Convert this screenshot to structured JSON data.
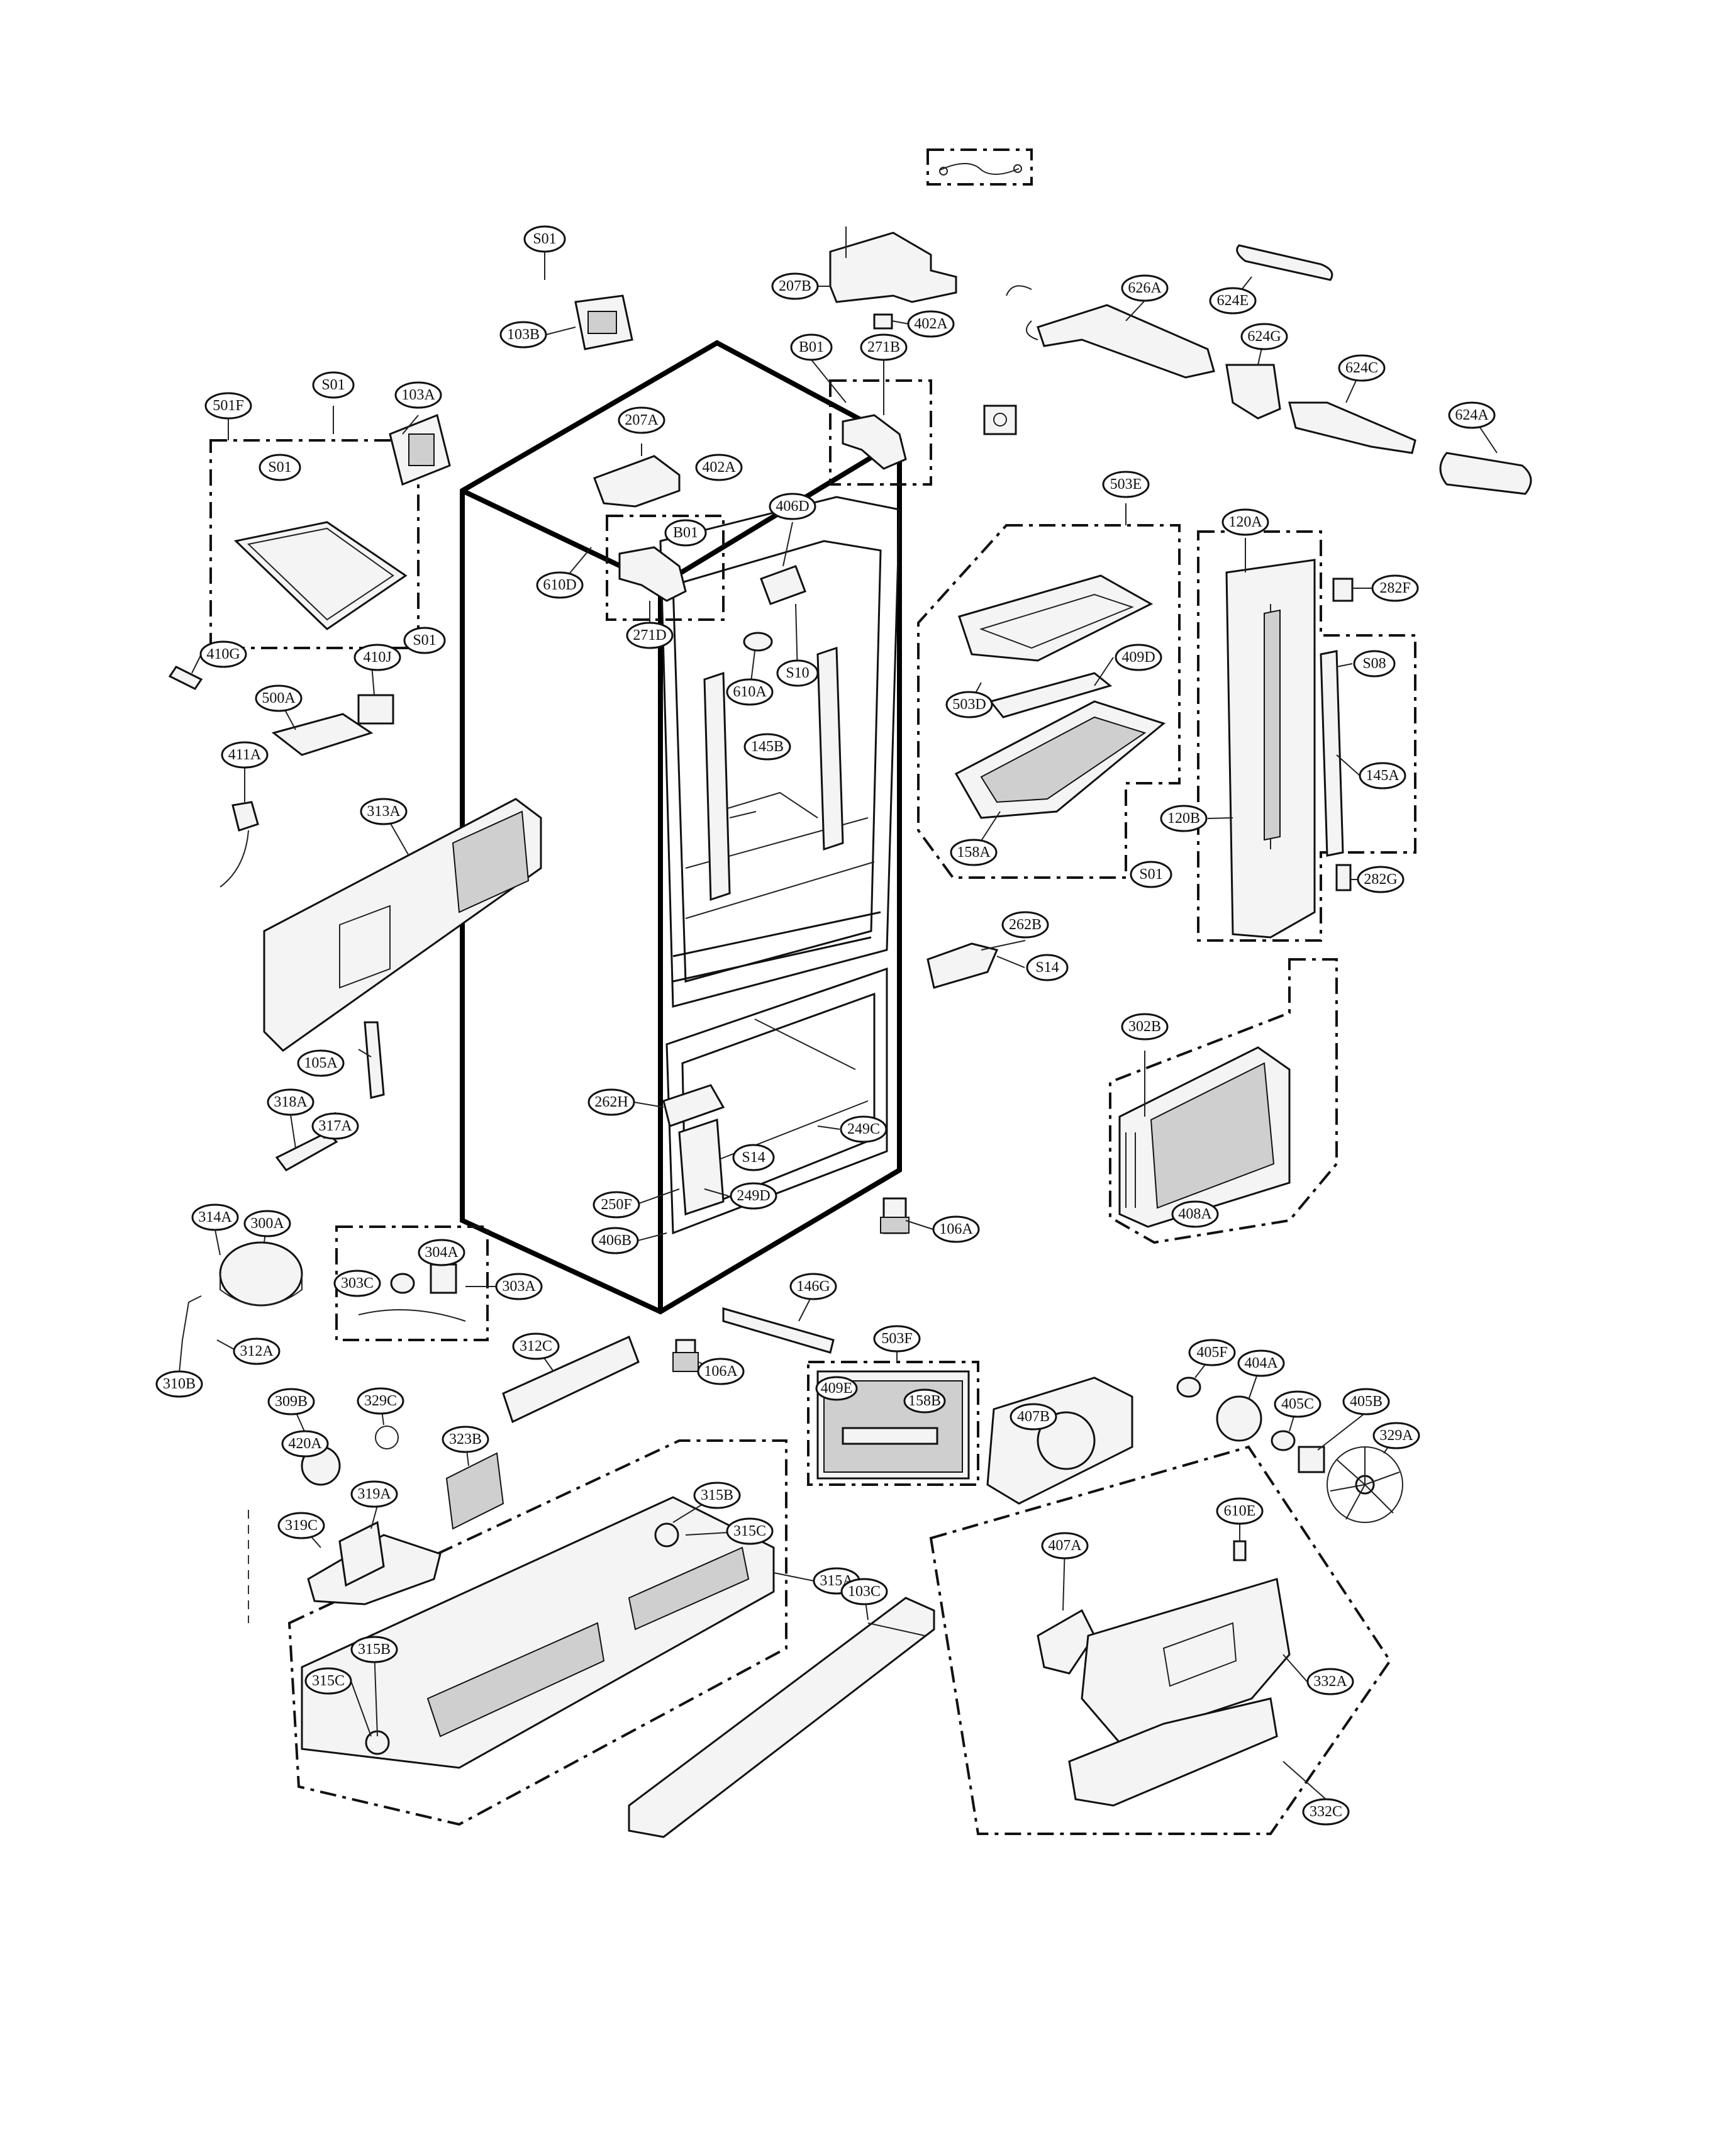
{
  "callouts": [
    {
      "id": "S01",
      "text": "S01"
    },
    {
      "id": "207B",
      "text": "207B"
    },
    {
      "id": "402A",
      "text": "402A"
    },
    {
      "id": "626A",
      "text": "626A"
    },
    {
      "id": "624E",
      "text": "624E"
    },
    {
      "id": "103B",
      "text": "103B"
    },
    {
      "id": "B01",
      "text": "B01"
    },
    {
      "id": "271B",
      "text": "271B"
    },
    {
      "id": "624G",
      "text": "624G"
    },
    {
      "id": "624C",
      "text": "624C"
    },
    {
      "id": "624A",
      "text": "624A"
    },
    {
      "id": "501F",
      "text": "501F"
    },
    {
      "id": "103A",
      "text": "103A"
    },
    {
      "id": "207A",
      "text": "207A"
    },
    {
      "id": "406D",
      "text": "406D"
    },
    {
      "id": "503E",
      "text": "503E"
    },
    {
      "id": "120A",
      "text": "120A"
    },
    {
      "id": "282F",
      "text": "282F"
    },
    {
      "id": "610D",
      "text": "610D"
    },
    {
      "id": "271D",
      "text": "271D"
    },
    {
      "id": "610A",
      "text": "610A"
    },
    {
      "id": "S10",
      "text": "S10"
    },
    {
      "id": "503D",
      "text": "503D"
    },
    {
      "id": "409D",
      "text": "409D"
    },
    {
      "id": "S08",
      "text": "S08"
    },
    {
      "id": "410G",
      "text": "410G"
    },
    {
      "id": "410J",
      "text": "410J"
    },
    {
      "id": "500A",
      "text": "500A"
    },
    {
      "id": "145B",
      "text": "145B"
    },
    {
      "id": "145A",
      "text": "145A"
    },
    {
      "id": "120B",
      "text": "120B"
    },
    {
      "id": "158A",
      "text": "158A"
    },
    {
      "id": "282G",
      "text": "282G"
    },
    {
      "id": "411A",
      "text": "411A"
    },
    {
      "id": "313A",
      "text": "313A"
    },
    {
      "id": "262B",
      "text": "262B"
    },
    {
      "id": "S14",
      "text": "S14"
    },
    {
      "id": "302B",
      "text": "302B"
    },
    {
      "id": "105A",
      "text": "105A"
    },
    {
      "id": "318A",
      "text": "318A"
    },
    {
      "id": "317A",
      "text": "317A"
    },
    {
      "id": "262H",
      "text": "262H"
    },
    {
      "id": "249C",
      "text": "249C"
    },
    {
      "id": "408A",
      "text": "408A"
    },
    {
      "id": "250F",
      "text": "250F"
    },
    {
      "id": "249D",
      "text": "249D"
    },
    {
      "id": "406B",
      "text": "406B"
    },
    {
      "id": "106A",
      "text": "106A"
    },
    {
      "id": "314A",
      "text": "314A"
    },
    {
      "id": "300A",
      "text": "300A"
    },
    {
      "id": "304A",
      "text": "304A"
    },
    {
      "id": "303C",
      "text": "303C"
    },
    {
      "id": "303A",
      "text": "303A"
    },
    {
      "id": "312A",
      "text": "312A"
    },
    {
      "id": "310B",
      "text": "310B"
    },
    {
      "id": "312C",
      "text": "312C"
    },
    {
      "id": "146G",
      "text": "146G"
    },
    {
      "id": "503F",
      "text": "503F"
    },
    {
      "id": "405F",
      "text": "405F"
    },
    {
      "id": "404A",
      "text": "404A"
    },
    {
      "id": "309B",
      "text": "309B"
    },
    {
      "id": "329C",
      "text": "329C"
    },
    {
      "id": "409E",
      "text": "409E"
    },
    {
      "id": "158B",
      "text": "158B"
    },
    {
      "id": "407B",
      "text": "407B"
    },
    {
      "id": "405C",
      "text": "405C"
    },
    {
      "id": "405B",
      "text": "405B"
    },
    {
      "id": "420A",
      "text": "420A"
    },
    {
      "id": "323B",
      "text": "323B"
    },
    {
      "id": "329A",
      "text": "329A"
    },
    {
      "id": "319A",
      "text": "319A"
    },
    {
      "id": "315B",
      "text": "315B"
    },
    {
      "id": "319C",
      "text": "319C"
    },
    {
      "id": "315C",
      "text": "315C"
    },
    {
      "id": "610E",
      "text": "610E"
    },
    {
      "id": "407A",
      "text": "407A"
    },
    {
      "id": "315A",
      "text": "315A"
    },
    {
      "id": "103C",
      "text": "103C"
    },
    {
      "id": "332A",
      "text": "332A"
    },
    {
      "id": "332C",
      "text": "332C"
    }
  ]
}
